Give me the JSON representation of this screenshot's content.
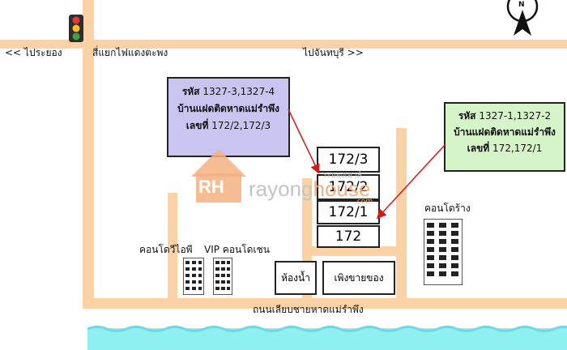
{
  "roads": {
    "left_label": "<< ไประยอง",
    "junction_label": "สี่แยกไฟแดงตะพง",
    "right_label": "ไปจันทบุรี >>",
    "beach_road_label": "ถนนเลียบชายหาดแม่รำพึง"
  },
  "callouts": {
    "left": {
      "code_prefix": "รหัส",
      "code_value": "1327-3,1327-4",
      "title": "บ้านแฝดติดหาดแม่รำพึง",
      "number_prefix": "เลขที่",
      "number_value": "172/2,172/3",
      "bg": "#c9c4f0",
      "border": "#3a3a3a"
    },
    "right": {
      "code_prefix": "รหัส",
      "code_value": "1327-1,1327-2",
      "title": "บ้านแฝดติดหาดแม่รำพึง",
      "number_prefix": "เลขที่",
      "number_value": "172,172/1",
      "bg": "#d5f5c9",
      "border": "#3a3a3a"
    },
    "arrow_color": "#d11a1a"
  },
  "units": [
    "172/3",
    "172/2",
    "172/1",
    "172"
  ],
  "landmarks": {
    "condo_vi": "คอนโดวีไอพี",
    "condo_vip_chain": "VIP คอนโดเชน",
    "condo_abandoned": "คอนโดร้าง",
    "restroom": "ห้องน้ำ",
    "shop": "เพิงขายของ"
  },
  "watermark": {
    "logo": "RH",
    "brand_a": "rayong",
    "brand_b": "house",
    "thai": "ระยองเฮาส์",
    "suffix": ".com"
  },
  "colors": {
    "road": "#fbd2a6",
    "sea": "#8ff0f0",
    "sea_wave": "#6fd7e6",
    "watermark_orange": "#f4b183"
  },
  "icons": {
    "traffic_light": "traffic-light-icon",
    "compass": "north-compass-icon"
  },
  "compass_label": "N"
}
